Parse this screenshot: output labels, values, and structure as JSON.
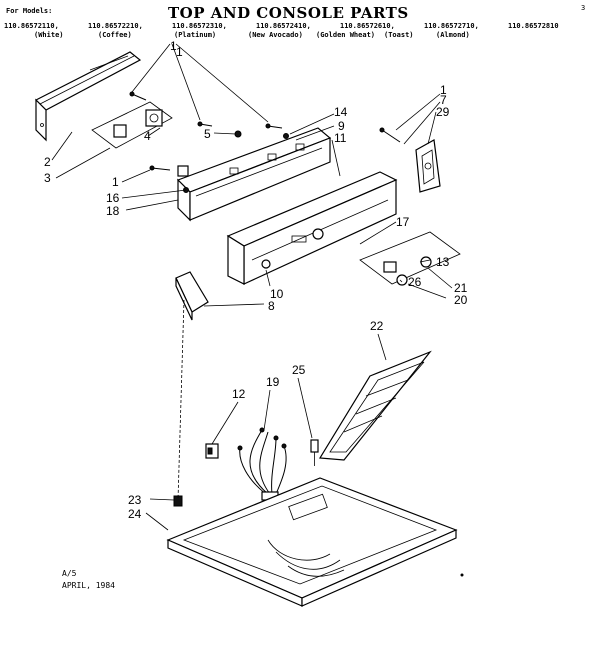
{
  "page_mark": "3",
  "header": {
    "for_models_label": "For Models:",
    "title": "TOP AND CONSOLE PARTS",
    "model_numbers": [
      "110.86572110,",
      "110.86572210,",
      "110.86572310,",
      "110.86572410,",
      "110.86572610,",
      "110.86572710,",
      "110.86572810"
    ],
    "colors": [
      "(White)",
      "(Coffee)",
      "(Platinum)",
      "(New Avocado)",
      "(Golden Wheat)",
      "(Toast)",
      "(Almond)"
    ]
  },
  "callouts": [
    "1",
    "2",
    "3",
    "1",
    "16",
    "18",
    "4",
    "5",
    "1",
    "14",
    "9",
    "11",
    "1",
    "7",
    "29",
    "17",
    "13",
    "21",
    "26",
    "20",
    "10",
    "8",
    "22",
    "19",
    "25",
    "12",
    "23",
    "24"
  ],
  "footer": {
    "code": "A/5",
    "date": "APRIL, 1984"
  }
}
